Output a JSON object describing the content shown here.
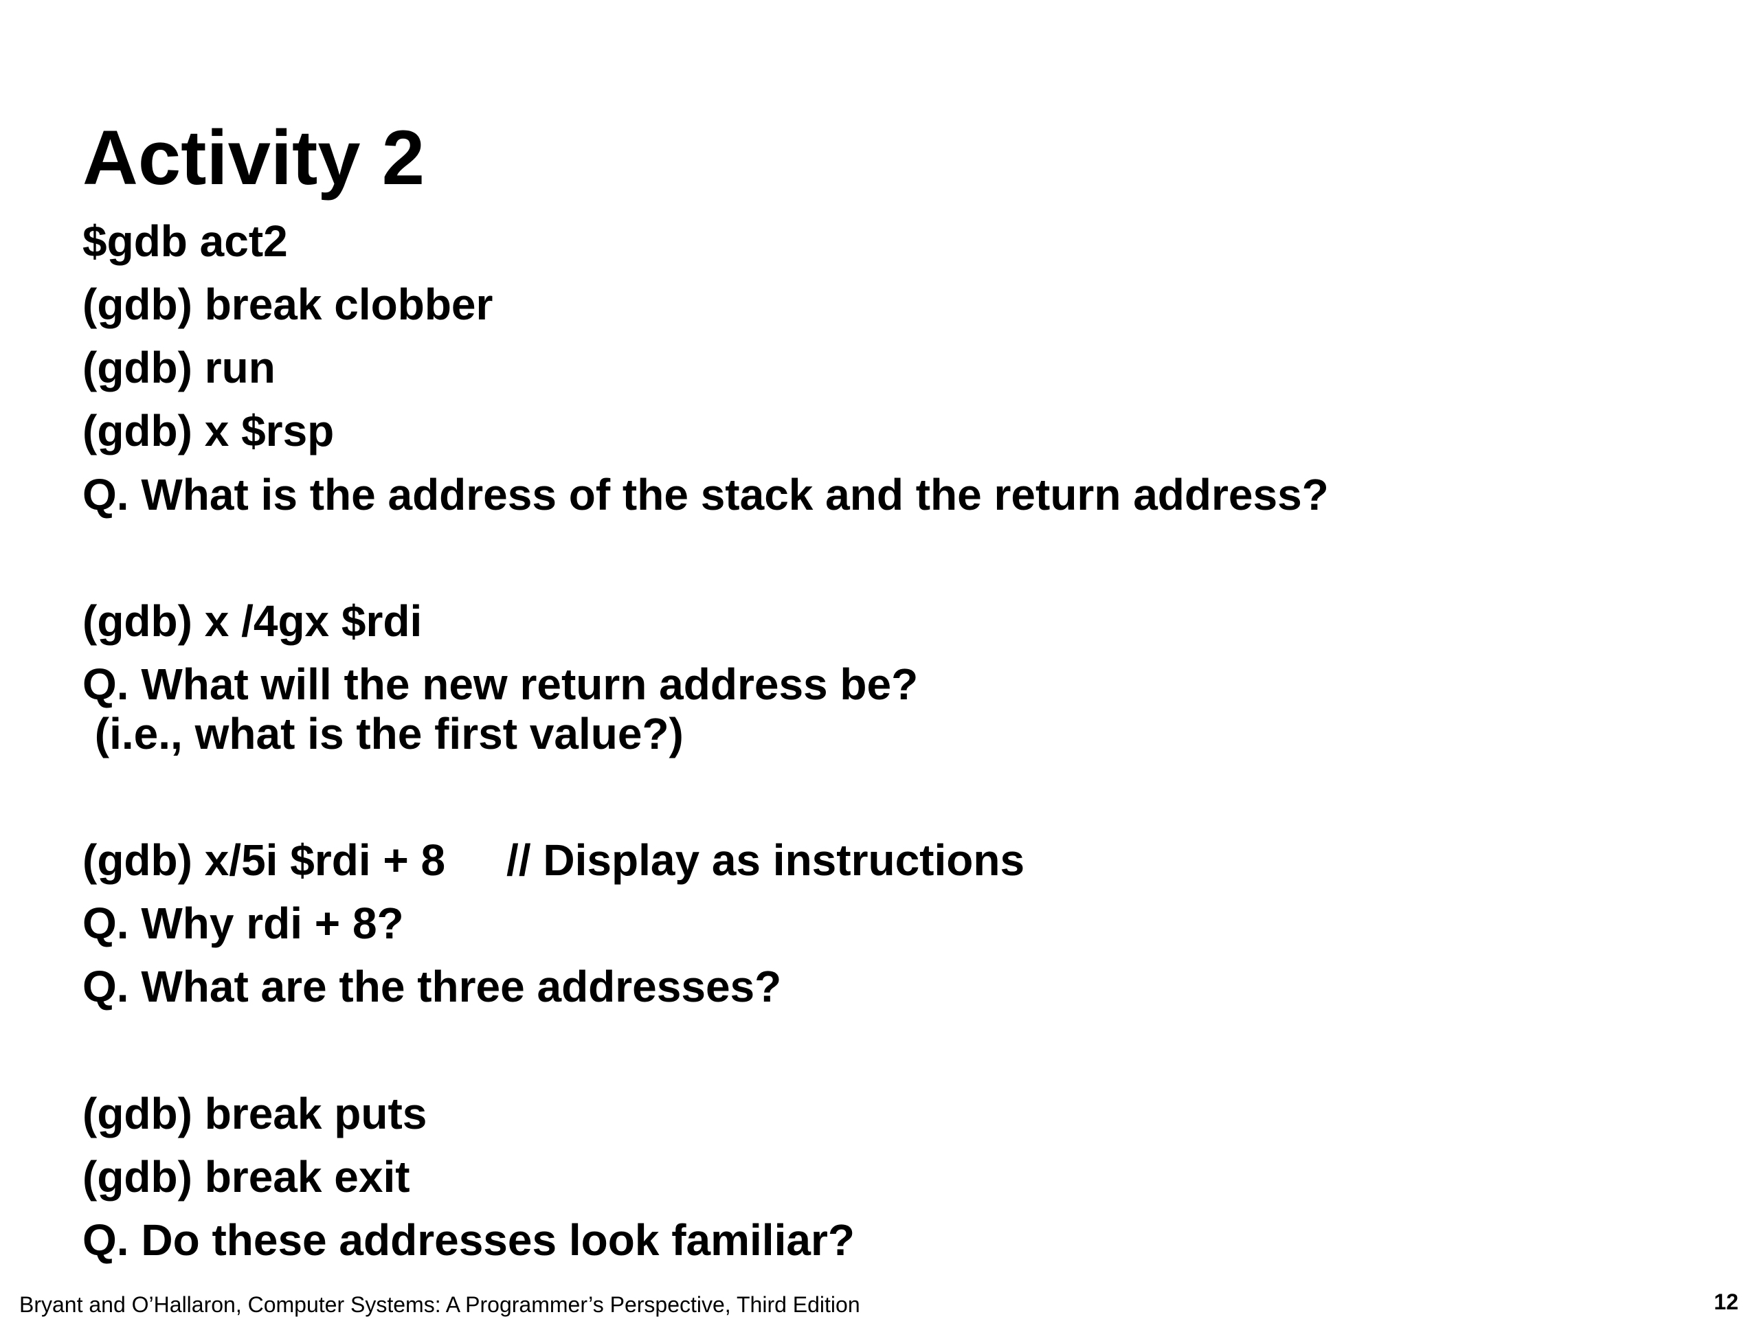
{
  "slide": {
    "title": "Activity 2",
    "lines": [
      "$gdb act2",
      "(gdb) break clobber",
      "(gdb) run",
      "(gdb) x $rsp",
      "Q. What is the address of the stack and the return address?",
      "(gdb) x /4gx $rdi",
      "Q. What will the new return address be?",
      " (i.e., what is the first value?)",
      "(gdb) x/5i $rdi + 8     // Display as instructions",
      "Q. Why rdi + 8?",
      "Q. What are the three addresses?",
      "(gdb) break puts",
      "(gdb) break exit",
      "Q. Do these addresses look familiar?"
    ]
  },
  "footer": {
    "citation": "Bryant and O’Hallaron, Computer Systems: A Programmer’s Perspective, Third Edition",
    "page_number": "12"
  }
}
